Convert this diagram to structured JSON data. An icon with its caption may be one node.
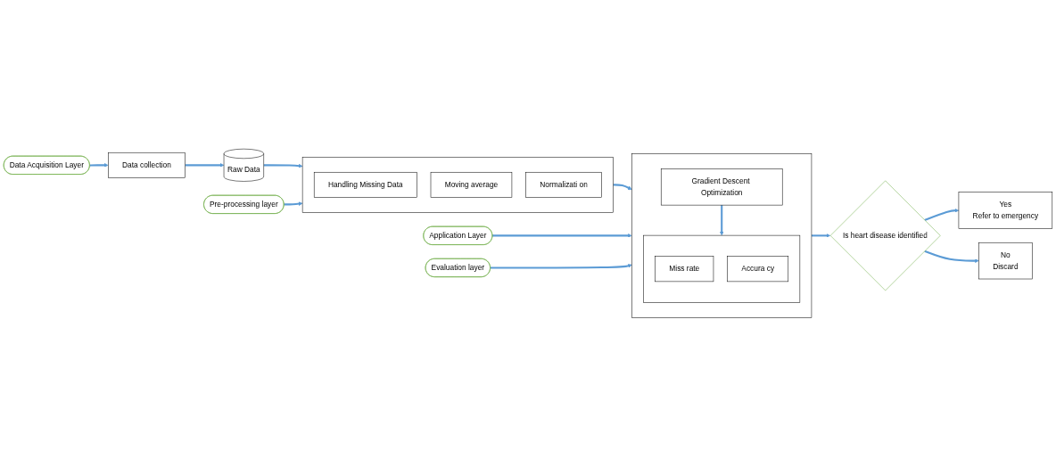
{
  "diagram": {
    "nodes": [
      {
        "text": [
          "Data Acquisition Layer"
        ]
      },
      {
        "text": [
          "Data collection"
        ]
      },
      {
        "text": [
          "Raw Data"
        ]
      },
      {
        "text": [
          "Pre-processing layer"
        ]
      },
      {
        "text": [],
        "shape": "box"
      },
      {
        "text": [
          "Handling Missing Data"
        ],
        "in": 4
      },
      {
        "text": [
          "Moving average"
        ],
        "in": 4
      },
      {
        "text": [
          "Normalizati on"
        ],
        "in": 4
      },
      {
        "text": [
          "Application Layer"
        ]
      },
      {
        "text": [
          "Evaluation layer"
        ]
      },
      {
        "text": [],
        "shape": "box"
      },
      {
        "text": [
          "Gradient Descent Optimization"
        ],
        "in": 10
      },
      {
        "text": [],
        "shape": "box",
        "in": 10
      },
      {
        "text": [
          "Miss rate"
        ],
        "in": 12
      },
      {
        "text": [
          "Accura cy"
        ],
        "in": 12
      },
      {
        "text": [
          "Is heart disease identified"
        ]
      },
      {
        "text": [
          "No",
          "Discard"
        ]
      },
      {
        "text": [
          "Yes",
          "Refer to emergency"
        ]
      }
    ],
    "edges": [
      {
        "from": 0,
        "to": 1,
        "arrow": "to"
      },
      {
        "from": 1,
        "to": 2,
        "arrow": "to"
      },
      {
        "from": 2,
        "to": 4,
        "arrow": "to"
      },
      {
        "from": 3,
        "to": 4,
        "arrow": "to"
      },
      {
        "from": 4,
        "to": 10,
        "arrow": "to"
      },
      {
        "from": 8,
        "to": 10,
        "arrow": "to"
      },
      {
        "from": 9,
        "to": 10,
        "arrow": "to"
      },
      {
        "from": 11,
        "to": 12,
        "arrow": "to"
      },
      {
        "from": 10,
        "to": 15,
        "arrow": "to"
      },
      {
        "from": 15,
        "to": 17,
        "arrow": "to"
      },
      {
        "from": 15,
        "to": 16,
        "arrow": "to"
      }
    ]
  }
}
